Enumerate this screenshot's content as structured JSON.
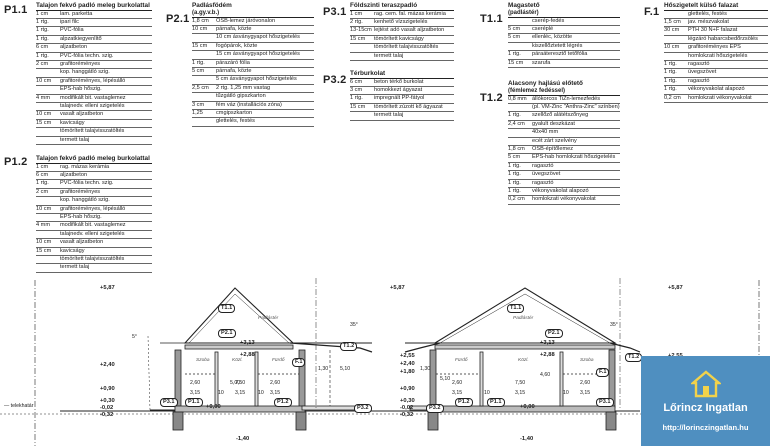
{
  "blocks": [
    {
      "id": "p11",
      "code": "P1.1",
      "title": "Talajon fekvő padló meleg burkolattal",
      "subtitle": "",
      "layers": [
        [
          "1 cm",
          "lam. parketta"
        ],
        [
          "1 rtg.",
          "ipari filc"
        ],
        [
          "1 rtg.",
          "PVC-fólia"
        ],
        [
          "1 rtg.",
          "alpzatkiegyenlítő"
        ],
        [
          "6 cm",
          "aljzatbeton"
        ],
        [
          "1 rtg.",
          "PVC-fólia techn. szig."
        ],
        [
          "2 cm",
          "grafitoréményes"
        ],
        [
          "",
          "kop. hanggátló szig."
        ],
        [
          "10 cm",
          "grafitoréményes, lépésálló"
        ],
        [
          "",
          "EPS-hab hőszig."
        ],
        [
          "4 mm",
          "modifikált bit. vastaglemez"
        ],
        [
          "",
          "talajnedv. elleni szigetelés"
        ],
        [
          "10 cm",
          "vasalt aljzatbeton"
        ],
        [
          "15 cm",
          "kavicságy"
        ],
        [
          "",
          "tömörített talajvisszatöltés"
        ],
        [
          "",
          "termett talaj"
        ]
      ]
    },
    {
      "id": "p12",
      "code": "P1.2",
      "title": "Talajon fekvő padló meleg burkolattal",
      "subtitle": "",
      "layers": [
        [
          "1 cm",
          "rag. mázas kerámia"
        ],
        [
          "6 cm",
          "aljzatbeton"
        ],
        [
          "1 rtg.",
          "PVC-fólia techn. szig."
        ],
        [
          "2 cm",
          "grafitoréményes"
        ],
        [
          "",
          "kop. hanggátló szig."
        ],
        [
          "10 cm",
          "grafitoréményes, lépésálló"
        ],
        [
          "",
          "EPS-hab hőszig."
        ],
        [
          "4 mm",
          "modifikált bit. vastaglemez"
        ],
        [
          "",
          "talajnedv. elleni szigetelés"
        ],
        [
          "10 cm",
          "vasalt aljzatbeton"
        ],
        [
          "15 cm",
          "kavicságy"
        ],
        [
          "",
          "tömörített talajvisszatöltés"
        ],
        [
          "",
          "termett talaj"
        ]
      ]
    },
    {
      "id": "p21",
      "code": "P2.1",
      "title": "Padlásfödém",
      "subtitle": "(a.gy.v.b.)",
      "layers": [
        [
          "1,8 cm",
          "OSB-lemez járóvonalon"
        ],
        [
          "10 cm",
          "párnafa, közte"
        ],
        [
          "",
          "10 cm ásványgyapot hőszigetelés"
        ],
        [
          "15 cm",
          "fogópárok, közte"
        ],
        [
          "",
          "15 cm ásványgyapot hőszigetelés"
        ],
        [
          "1 rtg.",
          "párazáró fólia"
        ],
        [
          "5 cm",
          "párnafa, közte"
        ],
        [
          "",
          "5 cm ásványgyapot hőszigetelés"
        ],
        [
          "2,5 cm",
          "2 rtg. 1,25 mm vastag"
        ],
        [
          "",
          "tűzgátló gipszkarton"
        ],
        [
          "3 cm",
          "fém váz (installációs zóna)"
        ],
        [
          "1,25",
          "cmgipszkarton"
        ],
        [
          "",
          "glettelés, festés"
        ]
      ]
    },
    {
      "id": "p31",
      "code": "P3.1",
      "title": "Földszinti teraszpadló",
      "subtitle": "",
      "layers": [
        [
          "1 cm",
          "rag. cem. fal. mázas kerámia"
        ],
        [
          "2 rtg.",
          "kenhető vízszigetelés"
        ],
        [
          "13-15cm",
          "lejtést adó vasalt aljzatbeton"
        ],
        [
          "15 cm",
          "tömörített kavicságy"
        ],
        [
          "",
          "tömörített talajvisszatöltés"
        ],
        [
          "",
          "termett talaj"
        ]
      ]
    },
    {
      "id": "p32",
      "code": "P3.2",
      "title": "Térburkolat",
      "subtitle": "",
      "layers": [
        [
          "6 cm",
          "beton térkő burkolat"
        ],
        [
          "3 cm",
          "homokkezt ágyazat"
        ],
        [
          "1 rtg.",
          "impregnált PP-fátyol"
        ],
        [
          "15 cm",
          "tömörített zúzott kő ágyazat"
        ],
        [
          "",
          "termett talaj"
        ]
      ]
    },
    {
      "id": "t11",
      "code": "T1.1",
      "title": "Magastető",
      "subtitle": "(padlástér)",
      "layers": [
        [
          "",
          "cserép-fedés"
        ],
        [
          "5 cm",
          "cseréplé"
        ],
        [
          "5 cm",
          "ellenléc, közötte"
        ],
        [
          "",
          "kiszellőztetett légrés"
        ],
        [
          "1 rtg.",
          "páraáteresztő tetőfólia"
        ],
        [
          "15 cm",
          "szarufa"
        ]
      ]
    },
    {
      "id": "t12",
      "code": "T1.2",
      "title": "Alacsony hajlású előtető",
      "subtitle": "(fémlemez fedéssel)",
      "layers": [
        [
          "0,8 mm",
          "állókorcos TiZn-lemezfedés"
        ],
        [
          "",
          "(pl. VM-Zinc \"Anthra-Zinc\" színben)"
        ],
        [
          "1 rtg.",
          "szellőző alátétszőnyeg"
        ],
        [
          "2,4 cm",
          "gyalult deszkázat"
        ],
        [
          "",
          "40x40 mm"
        ],
        [
          "",
          "ecét zárt szelvény"
        ],
        [
          "1,8 cm",
          "OSB-építőlemez"
        ],
        [
          "5 cm",
          "EPS-hab homlokzati hőszigetelés"
        ],
        [
          "1 rtg.",
          "ragasztó"
        ],
        [
          "1 rtg.",
          "üvegszövet"
        ],
        [
          "1 rtg.",
          "ragasztó"
        ],
        [
          "1 rtg.",
          "vékonyvakolat alapozó"
        ],
        [
          "0,2 cm",
          "homlokzati vékonyvakolat"
        ]
      ]
    },
    {
      "id": "f1",
      "code": "F.1",
      "title": "Hőszigetelt külső falazat",
      "subtitle": "",
      "layers": [
        [
          "",
          "glettelés, festés"
        ],
        [
          "1,5 cm",
          "jav. mészvakolat"
        ],
        [
          "30 cm",
          "PTH 30 N+F falazat"
        ],
        [
          "",
          "légzáró habarcsbedőrzsölés"
        ],
        [
          "10 cm",
          "grafitoréményes EPS"
        ],
        [
          "",
          "homlokzati hőszigetelés"
        ],
        [
          "1 rtg.",
          "ragasztó"
        ],
        [
          "1 rtg.",
          "üvegszövet"
        ],
        [
          "1 rtg.",
          "ragasztó"
        ],
        [
          "1 rtg.",
          "vékonyvakolat alapozó"
        ],
        [
          "0,2 cm",
          "homlokzati vékonyvakolat"
        ]
      ]
    }
  ],
  "section": {
    "left_levels": [
      "+5,87",
      "+2,40",
      "+0,90",
      "+0,30",
      "-0,02",
      "-0,32"
    ],
    "right_levels": [
      "+5,87",
      "+2,55",
      "+2,40",
      "+1,80",
      "+0,90",
      "+0,30",
      "-0,02",
      "-0,32"
    ],
    "mid_levels_a": [
      "+3,13",
      "+2,88",
      "+0,00",
      "-1,40"
    ],
    "mid_levels_b": [
      "+3,13",
      "+2,88",
      "+0,00",
      "-1,40"
    ],
    "angles": [
      "5°",
      "35°",
      "35°"
    ],
    "roof_dims": [
      "5,00",
      "4,60"
    ],
    "tags_a": [
      "T1.1",
      "P2.1",
      "T1.2",
      "F.1",
      "P1.1",
      "P1.2",
      "P3.1",
      "P3.2"
    ],
    "tags_b": [
      "T1.1",
      "P2.1",
      "T1.2",
      "F.1",
      "P1.1",
      "P1.2",
      "P3.1",
      "P3.2"
    ],
    "rooms_a": [
      "Padlástér",
      "Szoba",
      "Közl.",
      "Fürdő"
    ],
    "rooms_b": [
      "Padlástér",
      "Fürdő",
      "Közl.",
      "Szoba"
    ],
    "dims_a": [
      "2,60",
      "7,50",
      "2,60",
      "3,15",
      "10",
      "3,15",
      "10",
      "3,15",
      "1,30",
      "5,10"
    ],
    "dims_b": [
      "2,60",
      "7,50",
      "2,60",
      "3,15",
      "10",
      "3,15",
      "10",
      "3,15",
      "1,30",
      "5,10"
    ],
    "boundary_label": "telekhatár"
  },
  "logo": {
    "name": "Lőrincz Ingatlan",
    "url": "http://lorinczingatlan.hu"
  }
}
